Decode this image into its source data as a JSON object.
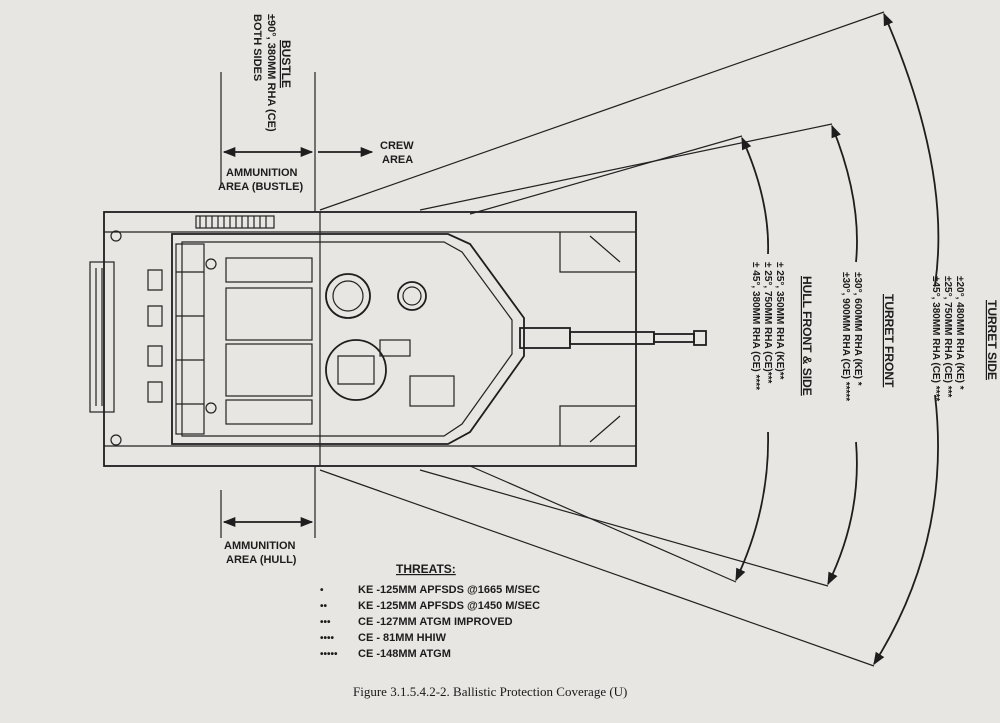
{
  "labels": {
    "bustle_title": "BUSTLE",
    "bustle_line1": "±90°, 380MM RHA (CE)",
    "bustle_line2": "BOTH SIDES",
    "ammo_bustle_1": "AMMUNITION",
    "ammo_bustle_2": "AREA (BUSTLE)",
    "crew_1": "CREW",
    "crew_2": "AREA",
    "ammo_hull_1": "AMMUNITION",
    "ammo_hull_2": "AREA (HULL)"
  },
  "turret_side": {
    "title": "TURRET SIDE",
    "lines": [
      "±20°, 480MM RHA (KE) *",
      "±25°, 750MM RHA (CE) ***",
      "±45°, 380MM RHA (CE) ****"
    ]
  },
  "turret_front": {
    "title": "TURRET FRONT",
    "lines": [
      "±30°, 600MM RHA (KE) *",
      "±30°, 900MM RHA (CE) *****"
    ]
  },
  "hull_front": {
    "title": "HULL FRONT & SIDE",
    "lines": [
      "± 25°, 350MM RHA (KE)**",
      "± 25°, 750MM RHA (CE)***",
      "± 45°, 380MM RHA (CE) ****"
    ]
  },
  "threats": {
    "title": "THREATS:",
    "items": [
      {
        "marker": "•",
        "text": "KE -125MM APFSDS @1665 M/SEC"
      },
      {
        "marker": "••",
        "text": "KE -125MM APFSDS @1450 M/SEC"
      },
      {
        "marker": "•••",
        "text": "CE -127MM ATGM IMPROVED"
      },
      {
        "marker": "••••",
        "text": "CE - 81MM HHIW"
      },
      {
        "marker": "•••••",
        "text": "CE -148MM ATGM"
      }
    ]
  },
  "caption": "Figure 3.1.5.4.2-2.  Ballistic Protection Coverage  (U)"
}
